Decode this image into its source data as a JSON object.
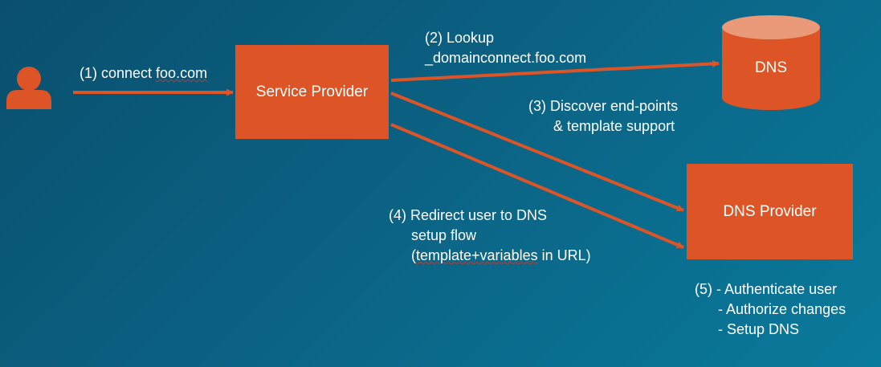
{
  "nodes": {
    "service_provider": "Service Provider",
    "dns": "DNS",
    "dns_provider": "DNS Provider"
  },
  "steps": {
    "connect_prefix": "(1) connect ",
    "connect_domain": "foo.com",
    "lookup_title": "(2) Lookup",
    "lookup_record": "_domainconnect.foo.com",
    "discover_line1": "(3) Discover end-points",
    "discover_line2": "& template support",
    "redirect_line1": "(4) Redirect user to DNS",
    "redirect_line2": "setup flow",
    "redirect_line3_open": "(",
    "redirect_line3_word": "template+variables",
    "redirect_line3_rest": " in URL)",
    "dns_provider_title": "(5) - Authenticate user",
    "dns_provider_item2": "- Authorize changes",
    "dns_provider_item3": "- Setup DNS"
  },
  "colors": {
    "accent": "#dd5527",
    "background_start": "#0a4f6e",
    "background_end": "#0a7a9c",
    "text": "#ffffff"
  },
  "icons": {
    "user": "user-icon",
    "database": "database-icon"
  }
}
